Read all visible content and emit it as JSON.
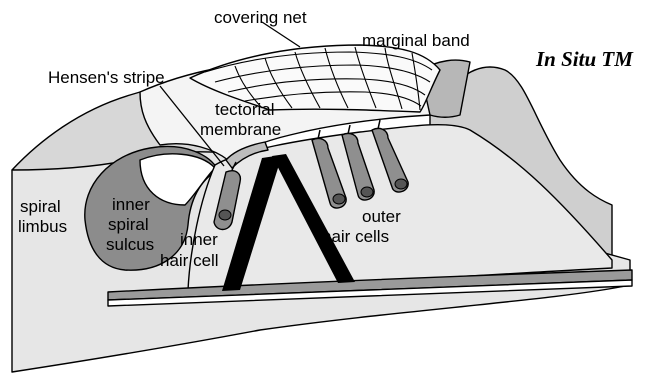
{
  "title": "In Situ TM",
  "labels": {
    "covering_net": "covering net",
    "marginal_band": "marginal band",
    "hensens_stripe": "Hensen's stripe",
    "tectorial_1": "tectorial",
    "tectorial_2": "membrane",
    "spiral_limbus_1": "spiral",
    "spiral_limbus_2": "limbus",
    "inner_sulcus_1": "inner",
    "inner_sulcus_2": "spiral",
    "inner_sulcus_3": "sulcus",
    "inner_hair_1": "inner",
    "inner_hair_2": "hair cell",
    "outer_hair_1": "outer",
    "outer_hair_2": "hair cells"
  },
  "colors": {
    "tissue_light": "#e3e3e3",
    "tissue_mid": "#c9c9c9",
    "tissue_dark": "#9c9c9c",
    "cell_fill": "#8f8f8f",
    "nucleus": "#555555",
    "pillar": "#000000"
  }
}
